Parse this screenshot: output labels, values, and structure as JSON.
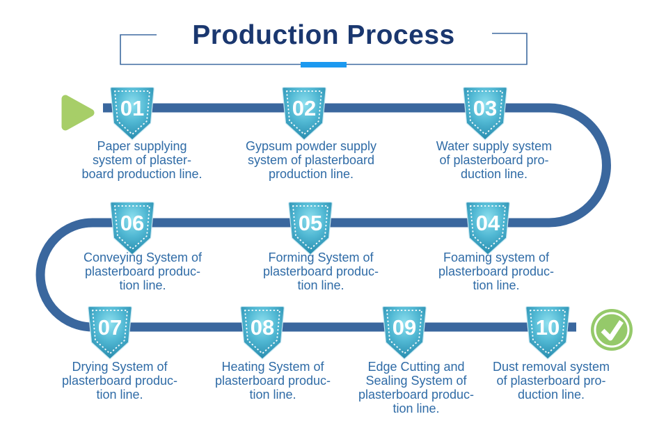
{
  "title": {
    "text": "Production Process"
  },
  "colors": {
    "title_text": "#1A376F",
    "bracket_line": "#3E6AA0",
    "underline_accent": "#1C99F0",
    "flow_line": "#3A679E",
    "badge_teal_light": "#8FE0EF",
    "badge_teal_dark": "#1A7DA2",
    "step_text_blue": "#2F6BA6",
    "start_green": "#A7CE68",
    "end_green": "#95C96A"
  },
  "icons": {
    "start": "play-triangle-icon",
    "end": "check-circle-icon"
  },
  "steps": [
    {
      "number": "01",
      "text": "Paper supplying\nsystem of plaster-\nboard production line."
    },
    {
      "number": "02",
      "text": "Gypsum powder supply\nsystem of plasterboard\nproduction line."
    },
    {
      "number": "03",
      "text": "Water supply system\nof plasterboard pro-\nduction line."
    },
    {
      "number": "04",
      "text": "Foaming system of\nplasterboard produc-\ntion line."
    },
    {
      "number": "05",
      "text": "Forming System of\nplasterboard produc-\ntion line."
    },
    {
      "number": "06",
      "text": "Conveying System of\nplasterboard produc-\ntion line."
    },
    {
      "number": "07",
      "text": "Drying System of\nplasterboard produc-\ntion line."
    },
    {
      "number": "08",
      "text": "Heating System of\nplasterboard produc-\ntion line."
    },
    {
      "number": "09",
      "text": "Edge Cutting and\nSealing System of\nplasterboard produc-\ntion line."
    },
    {
      "number": "10",
      "text": "Dust removal system\nof plasterboard pro-\nduction line."
    }
  ]
}
